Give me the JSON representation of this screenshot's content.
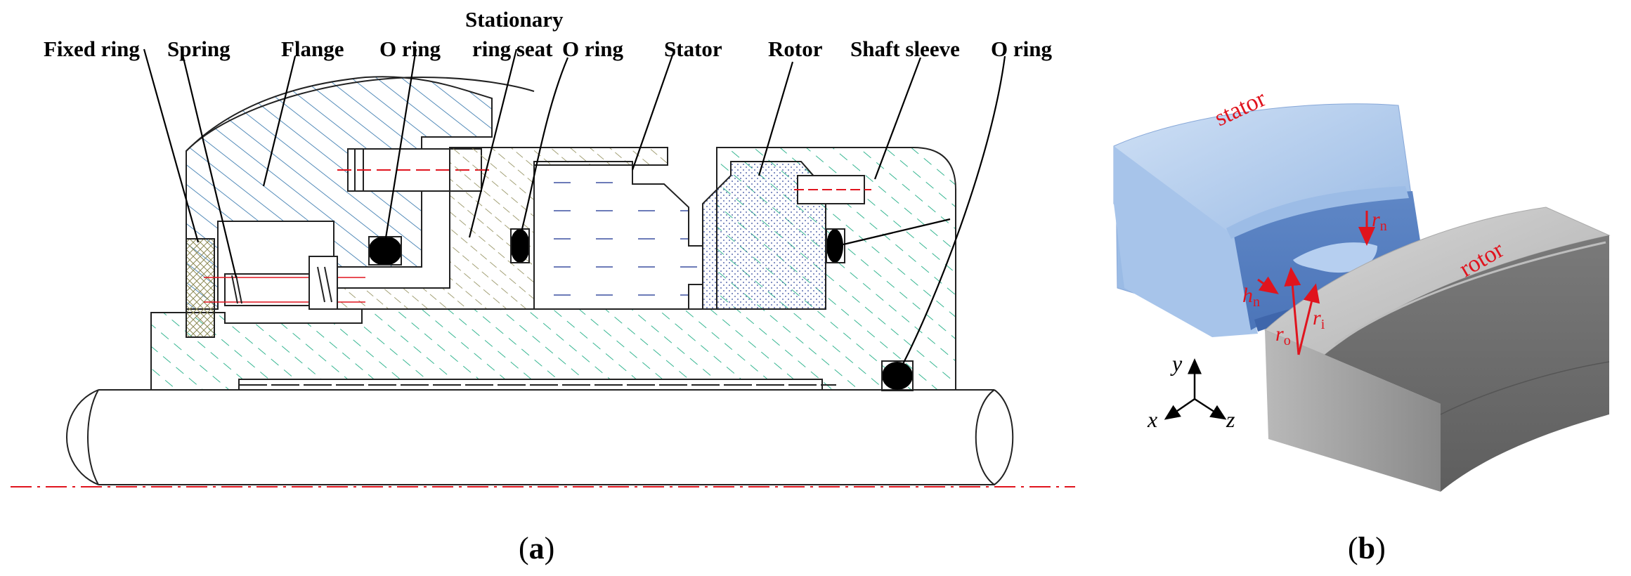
{
  "panel_a": {
    "labels": {
      "fixed_ring": "Fixed ring",
      "spring": "Spring",
      "flange": "Flange",
      "o_ring_1": "O ring",
      "stationary_ring_seat_line1": "Stationary",
      "stationary_ring_seat_line2": "ring seat",
      "o_ring_2": "O ring",
      "stator": "Stator",
      "rotor": "Rotor",
      "shaft_sleeve": "Shaft sleeve",
      "o_ring_3": "O ring"
    },
    "caption_open": "(",
    "caption_letter": "a",
    "caption_close": ")"
  },
  "panel_b": {
    "stator_label": "stator",
    "rotor_label": "rotor",
    "symbols": {
      "r_n": "r",
      "r_n_sub": "n",
      "h_n": "h",
      "h_n_sub": "n",
      "r_o": "r",
      "r_o_sub": "o",
      "r_i": "r",
      "r_i_sub": "i"
    },
    "axes": {
      "x": "x",
      "y": "y",
      "z": "z"
    },
    "caption_open": "(",
    "caption_letter": "b",
    "caption_close": ")"
  },
  "colors": {
    "flange_hatch": "#2a6fa8",
    "seat_hatch": "#8d8a55",
    "sleeve_hatch": "#1fae85",
    "stator_hatch": "#3b4fa0",
    "rotor_dots": "#3b4fa0",
    "centerline": "#e0141e",
    "stator_block": "#6f98d4",
    "rotor_block": "#8e8e8e"
  }
}
